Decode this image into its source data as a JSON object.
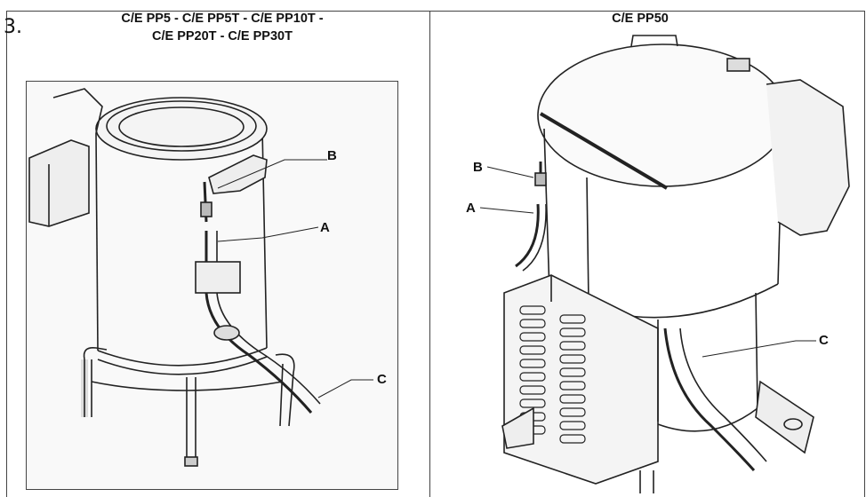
{
  "figure_number": "3.",
  "left_panel": {
    "title_line1": "C/E PP5 - C/E PP5T - C/E PP10T -",
    "title_line2": "C/E PP20T - C/E PP30T",
    "labels": {
      "b": "B",
      "a": "A",
      "c": "C"
    }
  },
  "right_panel": {
    "title": "C/E PP50",
    "labels": {
      "b": "B",
      "a": "A",
      "c": "C"
    }
  }
}
